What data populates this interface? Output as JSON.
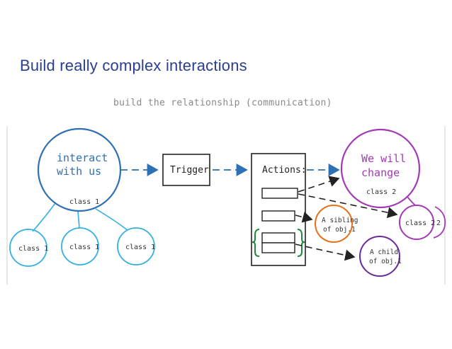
{
  "slide": {
    "title": "Build really complex interactions",
    "subtitle": "build the relationship (communication)"
  },
  "diagram": {
    "interact_node": {
      "line1": "interact",
      "line2": "with us",
      "class_label": "class 1",
      "color": "#2f6fb4"
    },
    "children": [
      {
        "label": "class 1"
      },
      {
        "label": "class 1"
      },
      {
        "label": "class 1"
      }
    ],
    "trigger": {
      "label": "Trigger"
    },
    "actions": {
      "label": "Actions:"
    },
    "change_node": {
      "line1": "We will",
      "line2": "change",
      "class_label": "class 2",
      "color": "#9b2fae"
    },
    "class2_node": {
      "label": "class 2",
      "partial_label": "2"
    },
    "sibling_node": {
      "line1": "A sibling",
      "line2": "of obj.1",
      "color": "#e8701a"
    },
    "child_node": {
      "line1": "A child",
      "line2": "of obj.1",
      "color": "#6b2a9a"
    },
    "colors": {
      "blue_line": "#2f6fb4",
      "light_blue": "#34b0e0",
      "purple": "#a23ab5",
      "orange": "#e8701a",
      "green_brace": "#1e8a3c",
      "ink": "#222222"
    }
  }
}
